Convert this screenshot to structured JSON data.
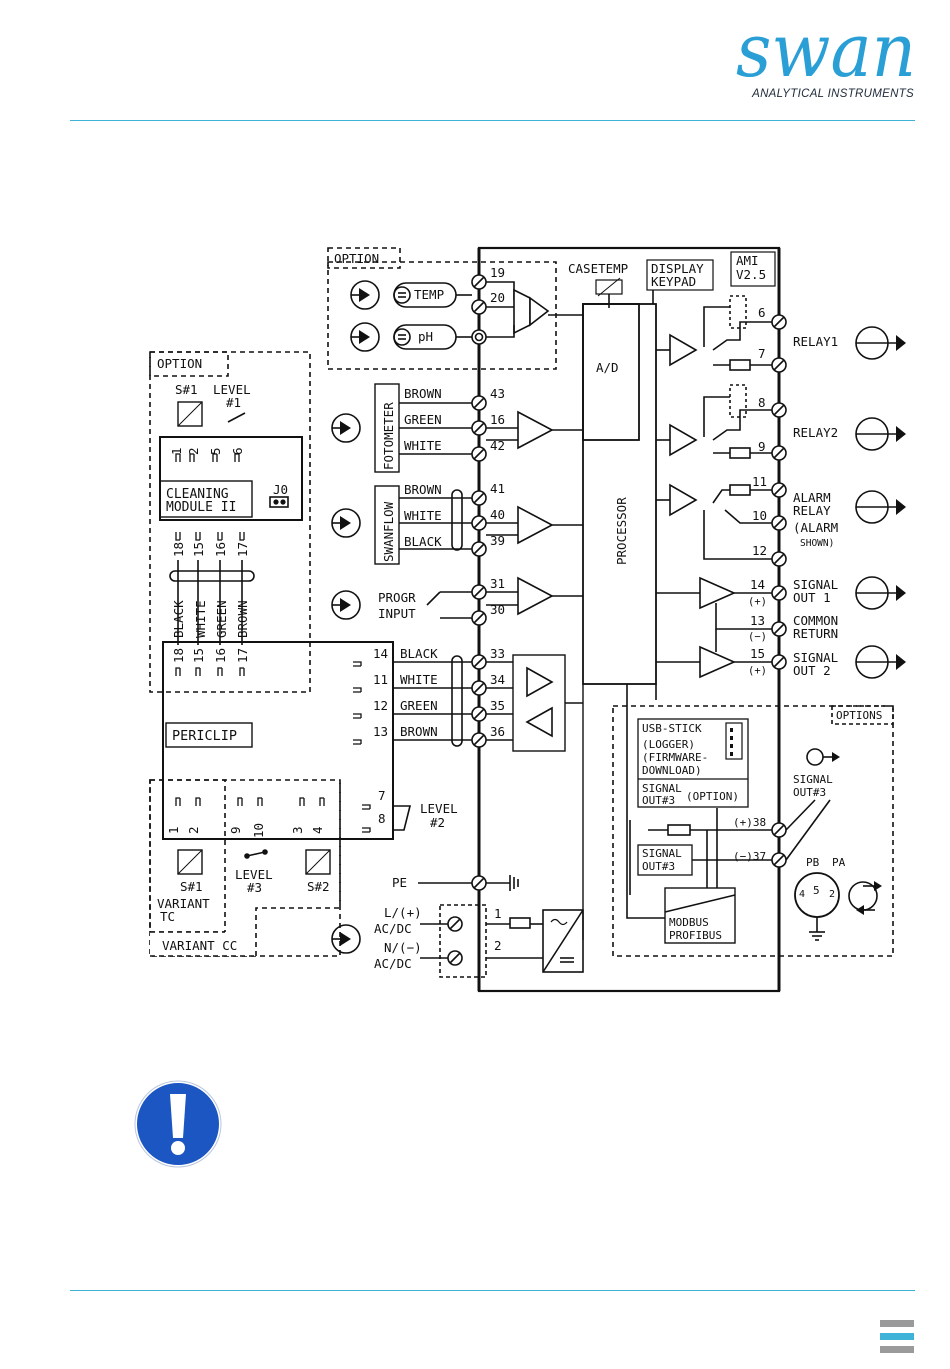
{
  "header": {
    "brand_name": "swan",
    "tagline": "ANALYTICAL INSTRUMENTS",
    "brand_color": "#2a9fd6",
    "rule_color": "#3fb2d8"
  },
  "diagram": {
    "option_top": "OPTION",
    "option_left": "OPTION",
    "options_bottom": "OPTIONS",
    "temp": "TEMP",
    "ph": "pH",
    "casetemp": "CASETEMP",
    "display": "DISPLAY",
    "keypad": "KEYPAD",
    "ami": "AMI",
    "version": "V2.5",
    "ad": "A/D",
    "processor": "PROCESSOR",
    "fotometer": "FOTOMETER",
    "swanflow": "SWANFLOW",
    "progr": "PROGR",
    "input": "INPUT",
    "relay1": "RELAY1",
    "relay2": "RELAY2",
    "alarm": "ALARM",
    "relay": "RELAY",
    "alarm_note": "(ALARM",
    "shown": "SHOWN)",
    "signal": "SIGNAL",
    "out1": "OUT 1",
    "out2": "OUT 2",
    "common": "COMMON",
    "return": "RETURN",
    "plus": "(+)",
    "minus": "(−)",
    "s1": "S#1",
    "s2": "S#2",
    "level": "LEVEL",
    "lvl1": "#1",
    "lvl2": "#2",
    "lvl3": "#3",
    "cleaning": "CLEANING",
    "module": "MODULE II",
    "j0": "J0",
    "periclip": "PERICLIP",
    "black": "BLACK",
    "white": "WHITE",
    "green": "GREEN",
    "brown": "BROWN",
    "variant": "VARIANT",
    "tc": "TC",
    "variant_cc": "VARIANT CC",
    "pe": "PE",
    "l_plus": "L/(+)",
    "n_minus": "N/(−)",
    "acdc": "AC/DC",
    "usb": "USB-STICK",
    "logger": "(LOGGER)",
    "firmware": "(FIRMWARE-",
    "download": "DOWNLOAD)",
    "out3": "OUT#3",
    "option_paren": "(OPTION)",
    "modbus": "MODBUS",
    "profibus": "PROFIBUS",
    "pb": "PB",
    "pa": "PA",
    "plus38": "(+)38",
    "minus37": "(−)37",
    "t19": "19",
    "t20": "20",
    "t43": "43",
    "t16": "16",
    "t42": "42",
    "t41": "41",
    "t40": "40",
    "t39": "39",
    "t31": "31",
    "t30": "30",
    "t33": "33",
    "t34": "34",
    "t35": "35",
    "t36": "36",
    "t6": "6",
    "t7": "7",
    "t8": "8",
    "t9": "9",
    "t11": "11",
    "t10": "10",
    "t12": "12",
    "t14": "14",
    "t13": "13",
    "t15": "15",
    "t1": "1",
    "t2": "2",
    "t5": "5",
    "t4": "4",
    "t18": "18",
    "t17": "17",
    "t3": "3",
    "t10b": "10",
    "t9b": "9",
    "t7b": "7",
    "t8b": "8"
  },
  "page_marker_colors": [
    "#9a9a9a",
    "#3fb2d8",
    "#9a9a9a"
  ],
  "note_icon_color": "#1b56c2"
}
